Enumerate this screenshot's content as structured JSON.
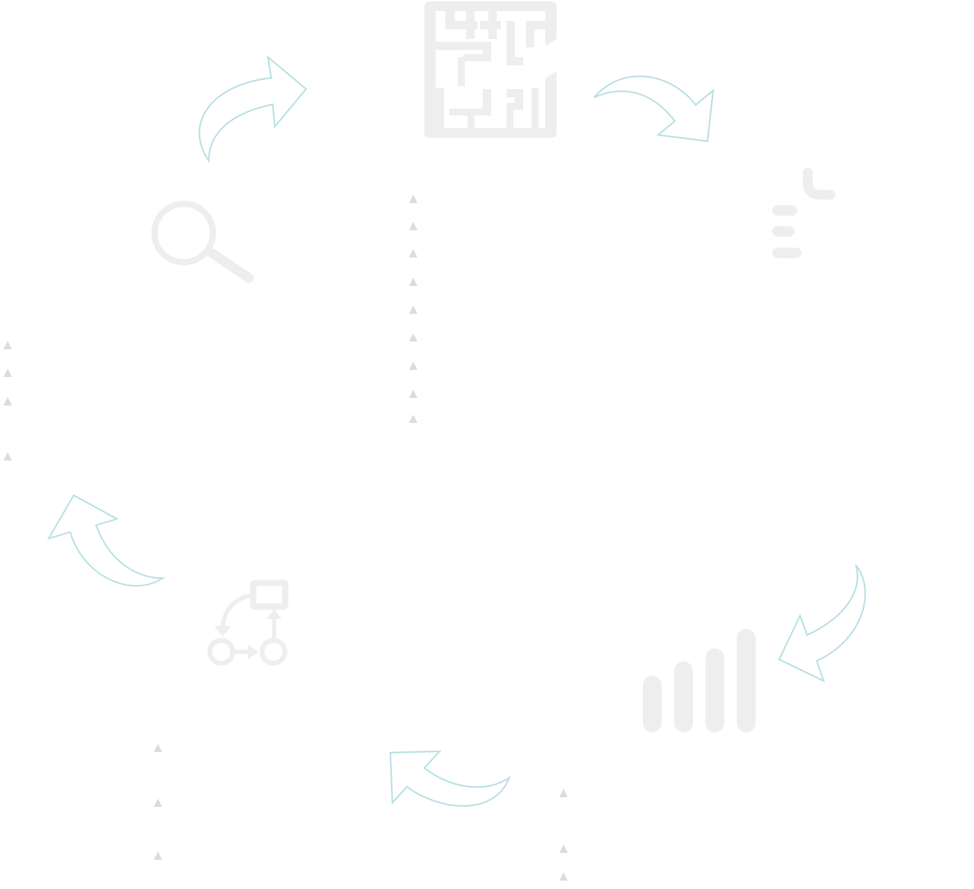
{
  "diagram": {
    "type": "cycle",
    "stages": [
      {
        "id": "maze",
        "icon": "maze-icon"
      },
      {
        "id": "list",
        "icon": "list-icon"
      },
      {
        "id": "chart",
        "icon": "bar-chart-icon"
      },
      {
        "id": "flow",
        "icon": "flowchart-icon"
      },
      {
        "id": "search",
        "icon": "search-icon"
      }
    ],
    "arrows": [
      {
        "from": "maze",
        "to": "list"
      },
      {
        "from": "list",
        "to": "chart"
      },
      {
        "from": "chart",
        "to": "flow"
      },
      {
        "from": "flow",
        "to": "search"
      },
      {
        "from": "search",
        "to": "maze"
      }
    ],
    "colors": {
      "icon": "#eeeeee",
      "arrow_stroke": "#b8e0e3",
      "background": "#ffffff",
      "bullet": "#dcdcdc"
    }
  }
}
